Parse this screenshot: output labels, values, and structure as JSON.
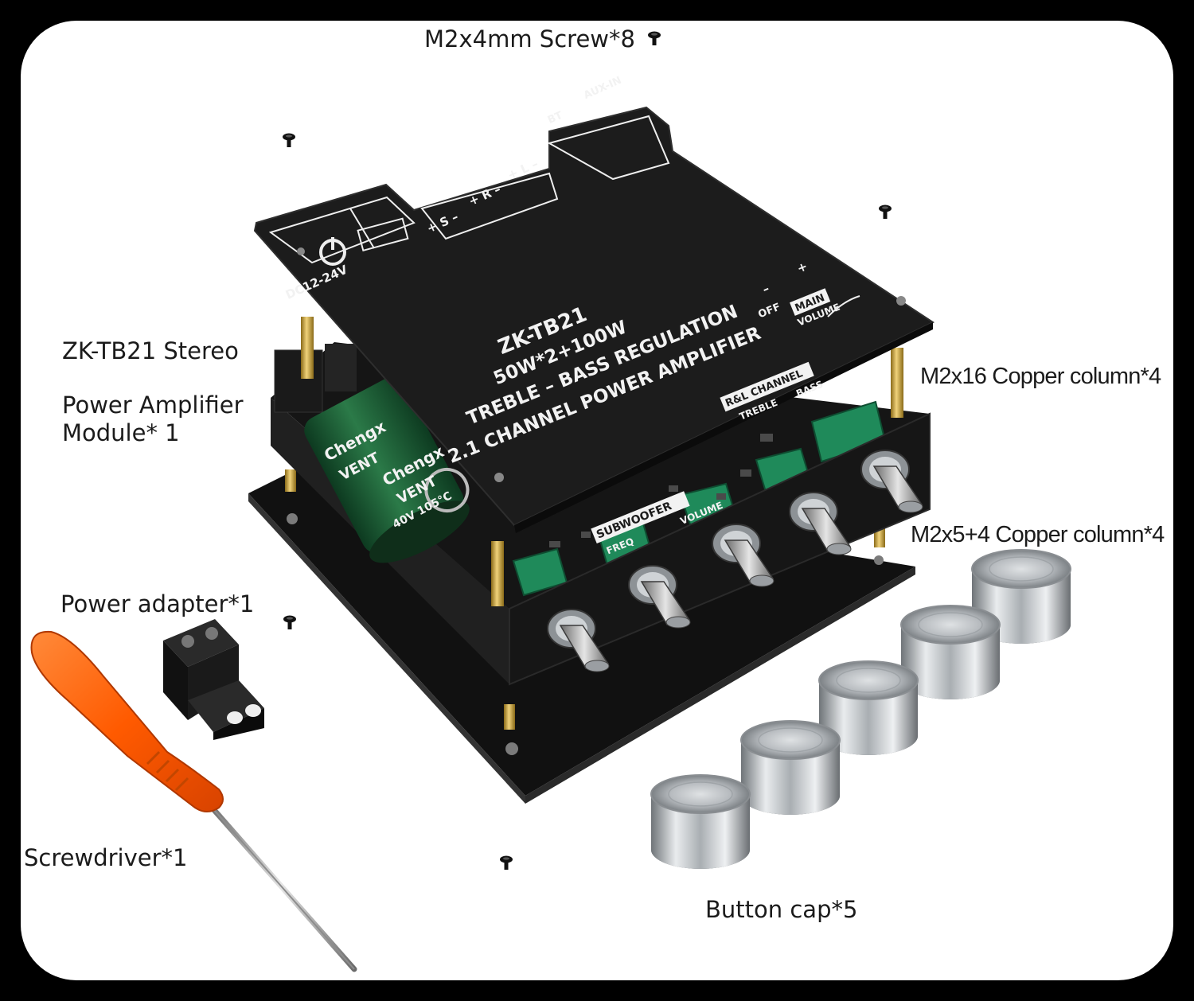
{
  "labels": {
    "screws": "M2x4mm Screw*8",
    "module_line1": "ZK-TB21 Stereo",
    "module_line2": "Power Amplifier",
    "module_line3": "Module* 1",
    "copper_column_16": "M2x16 Copper column*4",
    "copper_column_5_4": "M2x5+4 Copper column*4",
    "power_adapter": "Power adapter*1",
    "screwdriver": "Screwdriver*1",
    "button_caps": "Button cap*5"
  },
  "pcb": {
    "model": "ZK-TB21",
    "power": "50W*2+100W",
    "feature": "TREBLE – BASS REGULATION",
    "description": "2.1 CHANNEL POWER AMPLIFIER",
    "dc_input": "DC12-24V",
    "aux_in": "AUX-IN",
    "bt": "BT",
    "speaker_s": "+ S –",
    "speaker_r": "+ R –",
    "speaker_l": "+ L –",
    "subwoofer": "SUBWOOFER",
    "freq": "FREQ",
    "volume": "VOLUME",
    "rl_channel": "R&L CHANNEL",
    "treble": "TREBLE",
    "bass": "BASS",
    "off": "OFF",
    "main": "MAIN",
    "main_volume": "VOLUME",
    "minus": "–",
    "plus": "+"
  },
  "capacitor": {
    "brand": "Chengx",
    "vent": "VENT",
    "rating": "40V 105°C"
  },
  "colors": {
    "background_frame": "#000000",
    "card": "#ffffff",
    "pcb": "#1c1c1c",
    "capacitor": "#1e5a35",
    "screwdriver_handle": "#ff5a00",
    "terminal_green": "#1f8a5a",
    "brass": "#c9a23a",
    "knob_silver": "#bfc3c7"
  }
}
